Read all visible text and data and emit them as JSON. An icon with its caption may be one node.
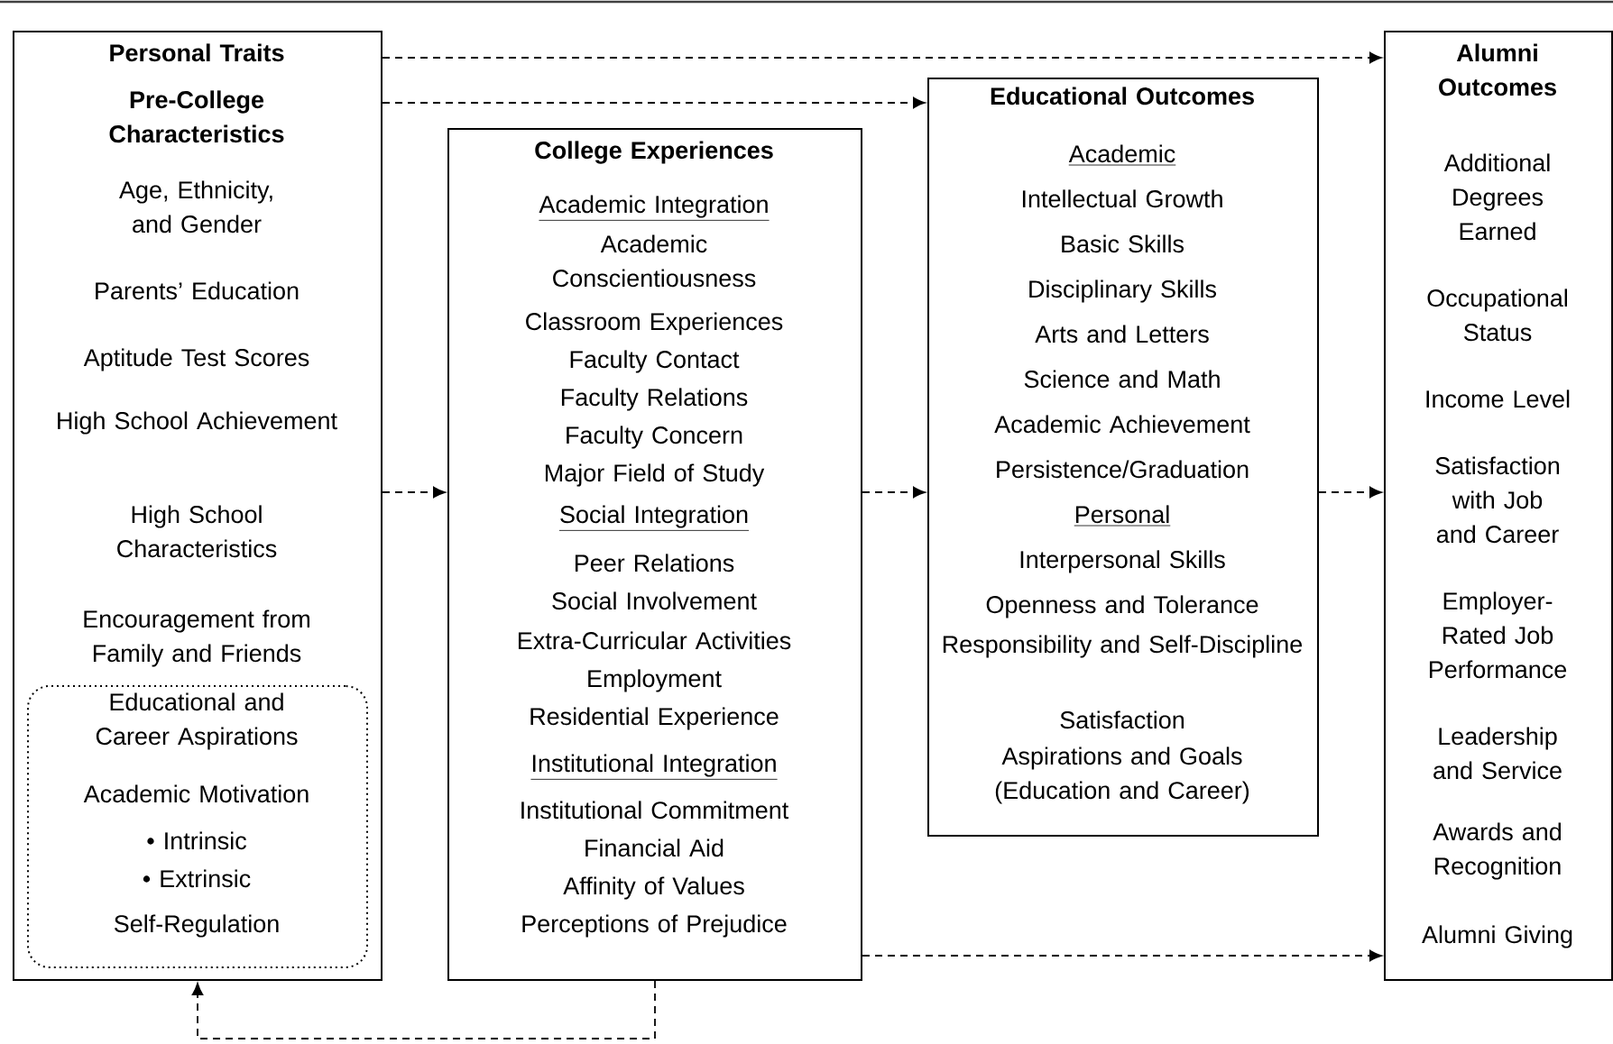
{
  "diagram": {
    "nodes": [
      {
        "text": [
          "Personal Traits",
          "Pre-College Characteristics",
          "Age, Ethnicity, and Gender",
          "Parents’ Education",
          "Aptitude Test Scores",
          "High School Achievement",
          "High School Characteristics",
          "Encouragement from Family and Friends"
        ]
      },
      {
        "text": [
          "Educational and Career Aspirations",
          "Academic Motivation",
          "• Intrinsic",
          "• Extrinsic",
          "Self-Regulation"
        ],
        "in": 0
      },
      {
        "text": [
          "College Experiences",
          "Academic Integration",
          "Academic Conscientiousness",
          "Classroom Experiences",
          "Faculty Contact",
          "Faculty Relations",
          "Faculty Concern",
          "Major Field of Study",
          "Social Integration",
          "Peer Relations",
          "Social Involvement",
          "Extra-Curricular Activities",
          "Employment",
          "Residential Experience",
          "Institutional Integration",
          "Institutional Commitment",
          "Financial Aid",
          "Affinity of Values",
          "Perceptions of Prejudice"
        ]
      },
      {
        "text": [
          "Educational Outcomes",
          "Academic",
          "Intellectual Growth",
          "Basic Skills",
          "Disciplinary Skills",
          "Arts and Letters",
          "Science and Math",
          "Academic Achievement",
          "Persistence/Graduation",
          "Personal",
          "Interpersonal Skills",
          "Openness and Tolerance",
          "Responsibility and Self-Discipline",
          "Satisfaction",
          "Aspirations and Goals (Education and Career)"
        ]
      },
      {
        "text": [
          "Alumni Outcomes",
          "Additional Degrees Earned",
          "Occupational Status",
          "Income Level",
          "Satisfaction with Job and Career",
          "Employer-Rated Job Performance",
          "Leadership and Service",
          "Awards and Recognition",
          "Alumni Giving"
        ]
      }
    ],
    "edges": [
      {
        "from": 0,
        "to": 4,
        "arrow": "to",
        "style": "dashed"
      },
      {
        "from": 0,
        "to": 3,
        "arrow": "to",
        "style": "dashed"
      },
      {
        "from": 0,
        "to": 2,
        "arrow": "to",
        "style": "dashed"
      },
      {
        "from": 2,
        "to": 3,
        "arrow": "to",
        "style": "dashed"
      },
      {
        "from": 3,
        "to": 4,
        "arrow": "to",
        "style": "dashed"
      },
      {
        "from": 2,
        "to": 4,
        "arrow": "to",
        "style": "dashed"
      },
      {
        "from": 2,
        "to": 0,
        "arrow": "to",
        "style": "dashed"
      }
    ]
  }
}
